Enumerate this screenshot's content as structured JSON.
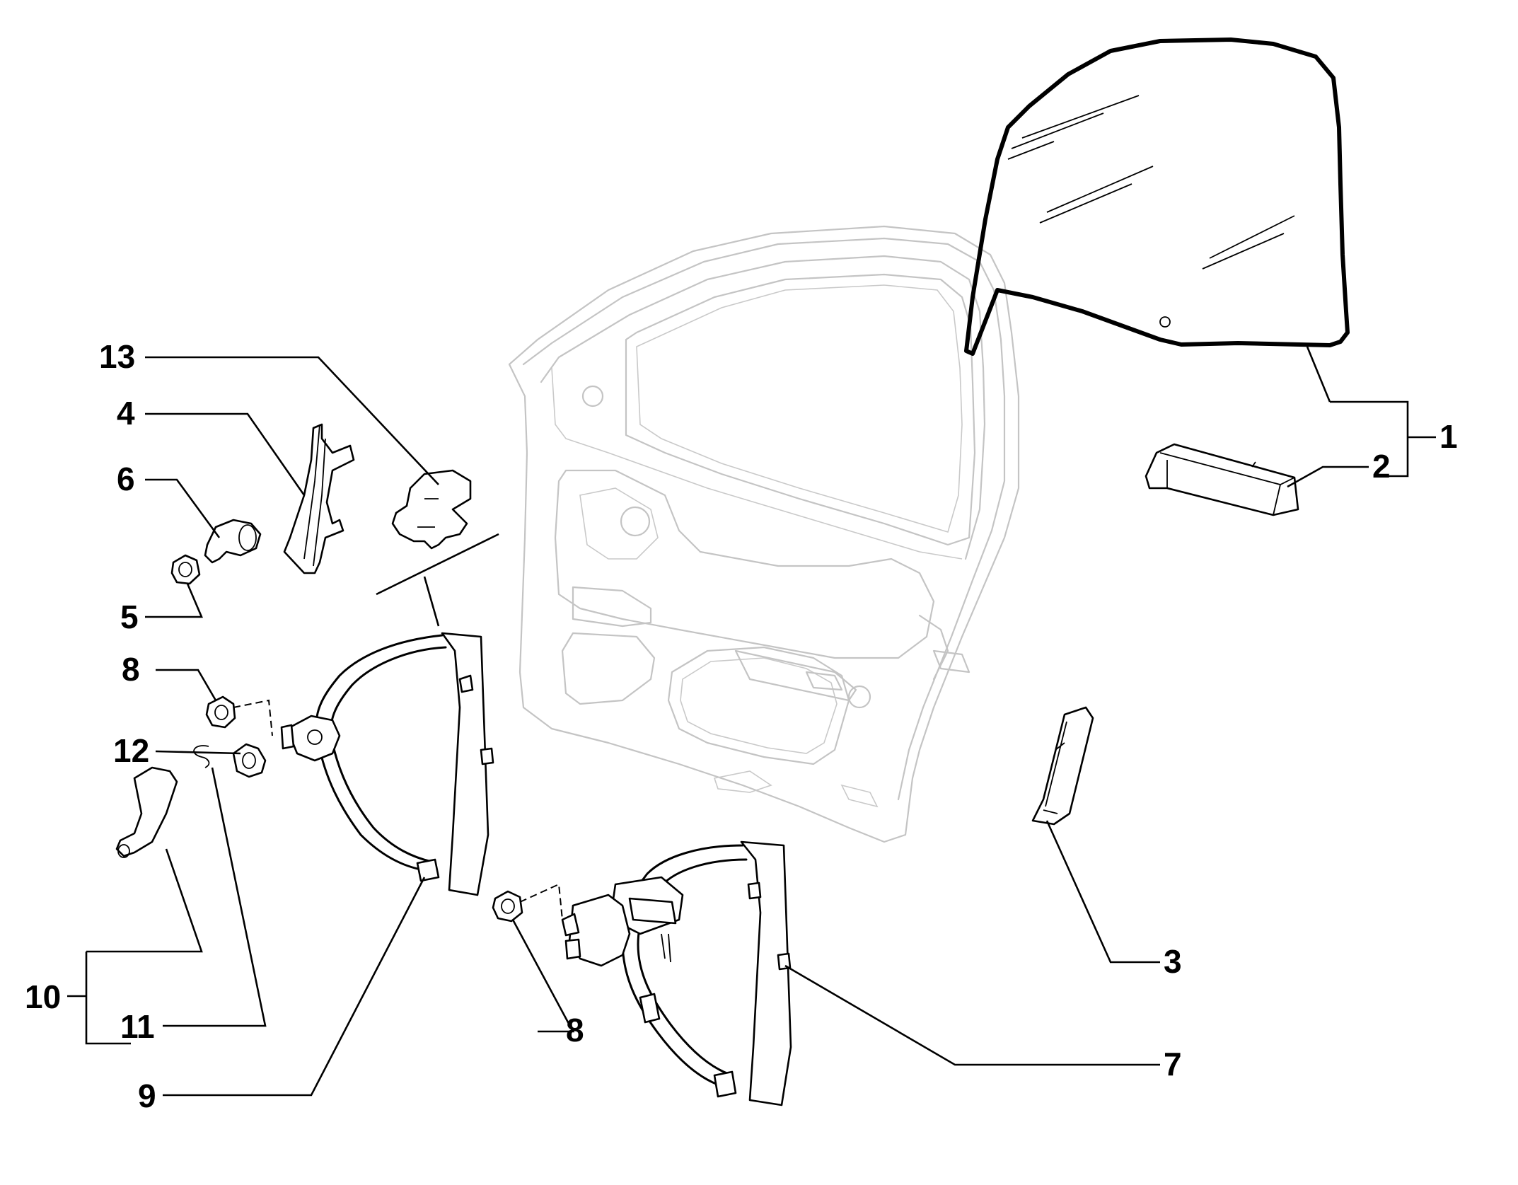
{
  "diagram": {
    "callouts": {
      "c1": "1",
      "c2": "2",
      "c3": "3",
      "c4": "4",
      "c5": "5",
      "c6": "6",
      "c7": "7",
      "c8a": "8",
      "c8b": "8",
      "c9": "9",
      "c10": "10",
      "c11": "11",
      "c12": "12",
      "c13": "13"
    }
  }
}
